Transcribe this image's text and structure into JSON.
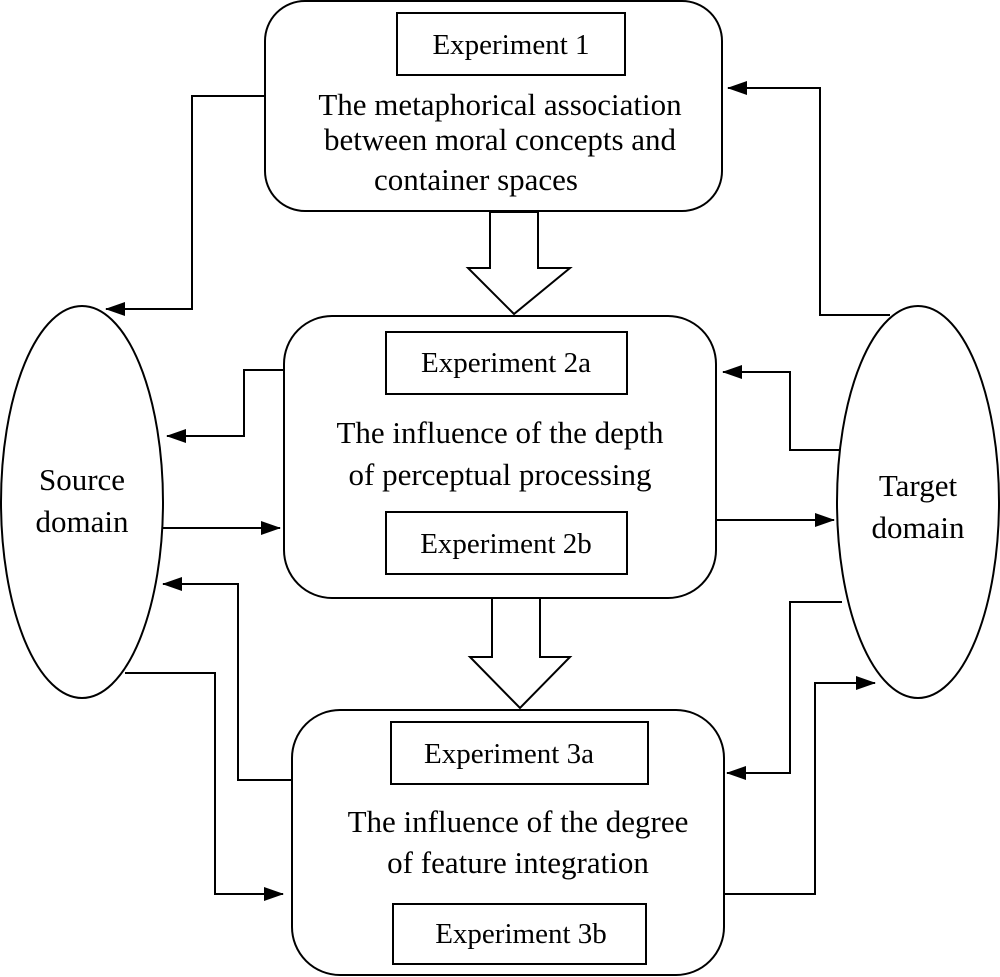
{
  "experiment1": {
    "label": "Experiment 1",
    "description": [
      "The metaphorical association",
      "between moral concepts and",
      "container spaces"
    ]
  },
  "experiment2": {
    "label_a": "Experiment 2a",
    "label_b": "Experiment 2b",
    "description": [
      "The influence of the depth",
      "of perceptual processing"
    ]
  },
  "experiment3": {
    "label_a": "Experiment 3a",
    "label_b": "Experiment 3b",
    "description": [
      "The influence of the degree",
      "of feature integration"
    ]
  },
  "source_domain": {
    "label": [
      "Source",
      "domain"
    ]
  },
  "target_domain": {
    "label": [
      "Target",
      "domain"
    ]
  },
  "colors": {
    "stroke": "#000000",
    "background": "#ffffff"
  }
}
